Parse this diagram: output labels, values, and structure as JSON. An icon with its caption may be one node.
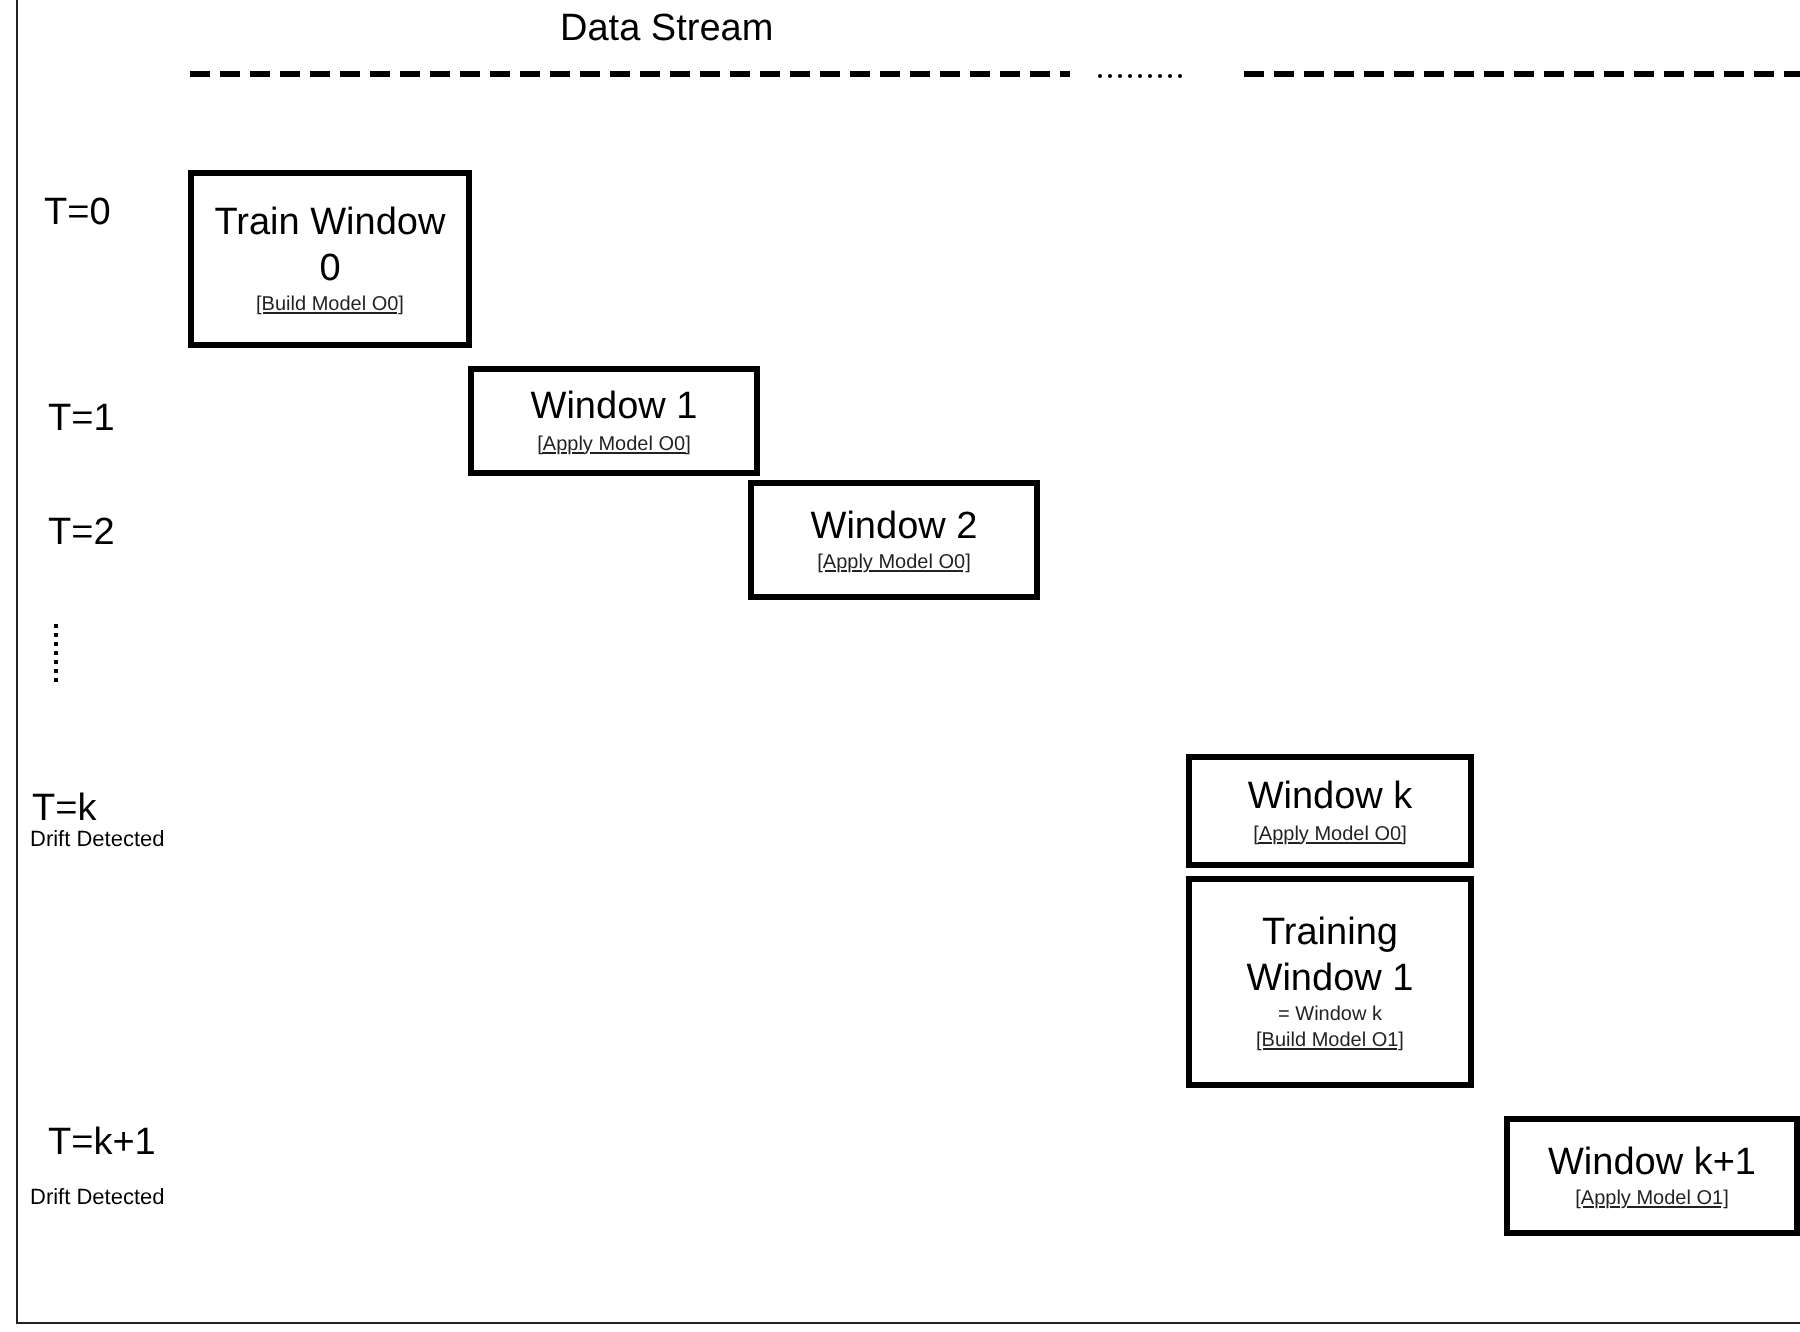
{
  "diagram": {
    "nodes": [
      {
        "text": [
          "Train Window 0",
          "[Build Model O0]"
        ]
      },
      {
        "text": [
          "Window 1",
          "[Apply Model O0]"
        ]
      },
      {
        "text": [
          "Window 2",
          "[Apply Model O0]"
        ]
      },
      {
        "text": [
          "Window k",
          "[Apply Model O0]"
        ]
      },
      {
        "text": [
          "Training Window 1",
          "= Window k",
          "[Build Model O1]"
        ]
      },
      {
        "text": [
          "Window k+1",
          "[Apply Model O1]"
        ]
      }
    ],
    "labels": [
      "Data Stream",
      "T=0",
      "T=1",
      "T=2",
      "T=k",
      "Drift Detected",
      "T=k+1",
      "Drift Detected"
    ]
  }
}
